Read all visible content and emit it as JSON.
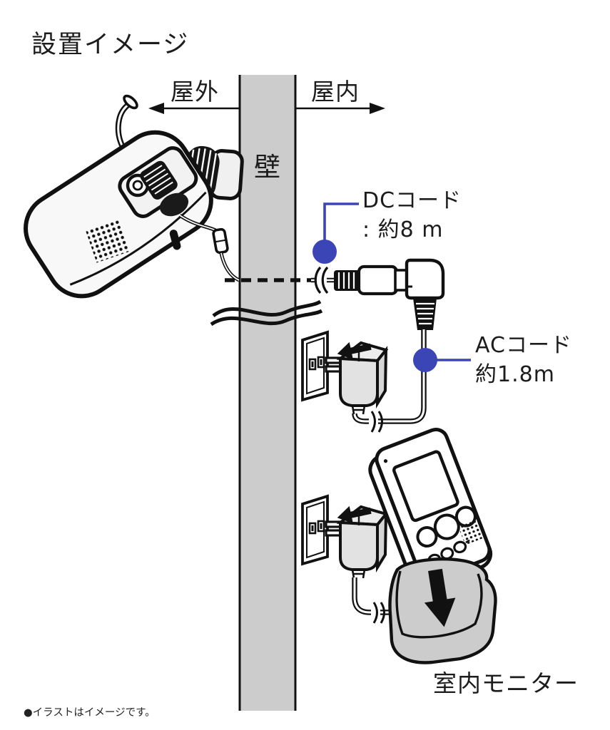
{
  "title": "設置イメージ",
  "colors": {
    "accent_blue": "#3B45B5",
    "wall_gray": "#CCCCCC",
    "line": "#111111",
    "text": "#1C1C1C"
  },
  "diagram": {
    "outdoor_label": "屋外",
    "indoor_label": "屋内",
    "wall_label": "壁",
    "dc_cord_label": {
      "line1": "DCコード",
      "line2": ": 約8 m"
    },
    "ac_cord_label": {
      "line1": "ACコード",
      "line2": "約1.8m"
    },
    "monitor_label": "室内モニター"
  },
  "footnote": "●イラストはイメージです。"
}
